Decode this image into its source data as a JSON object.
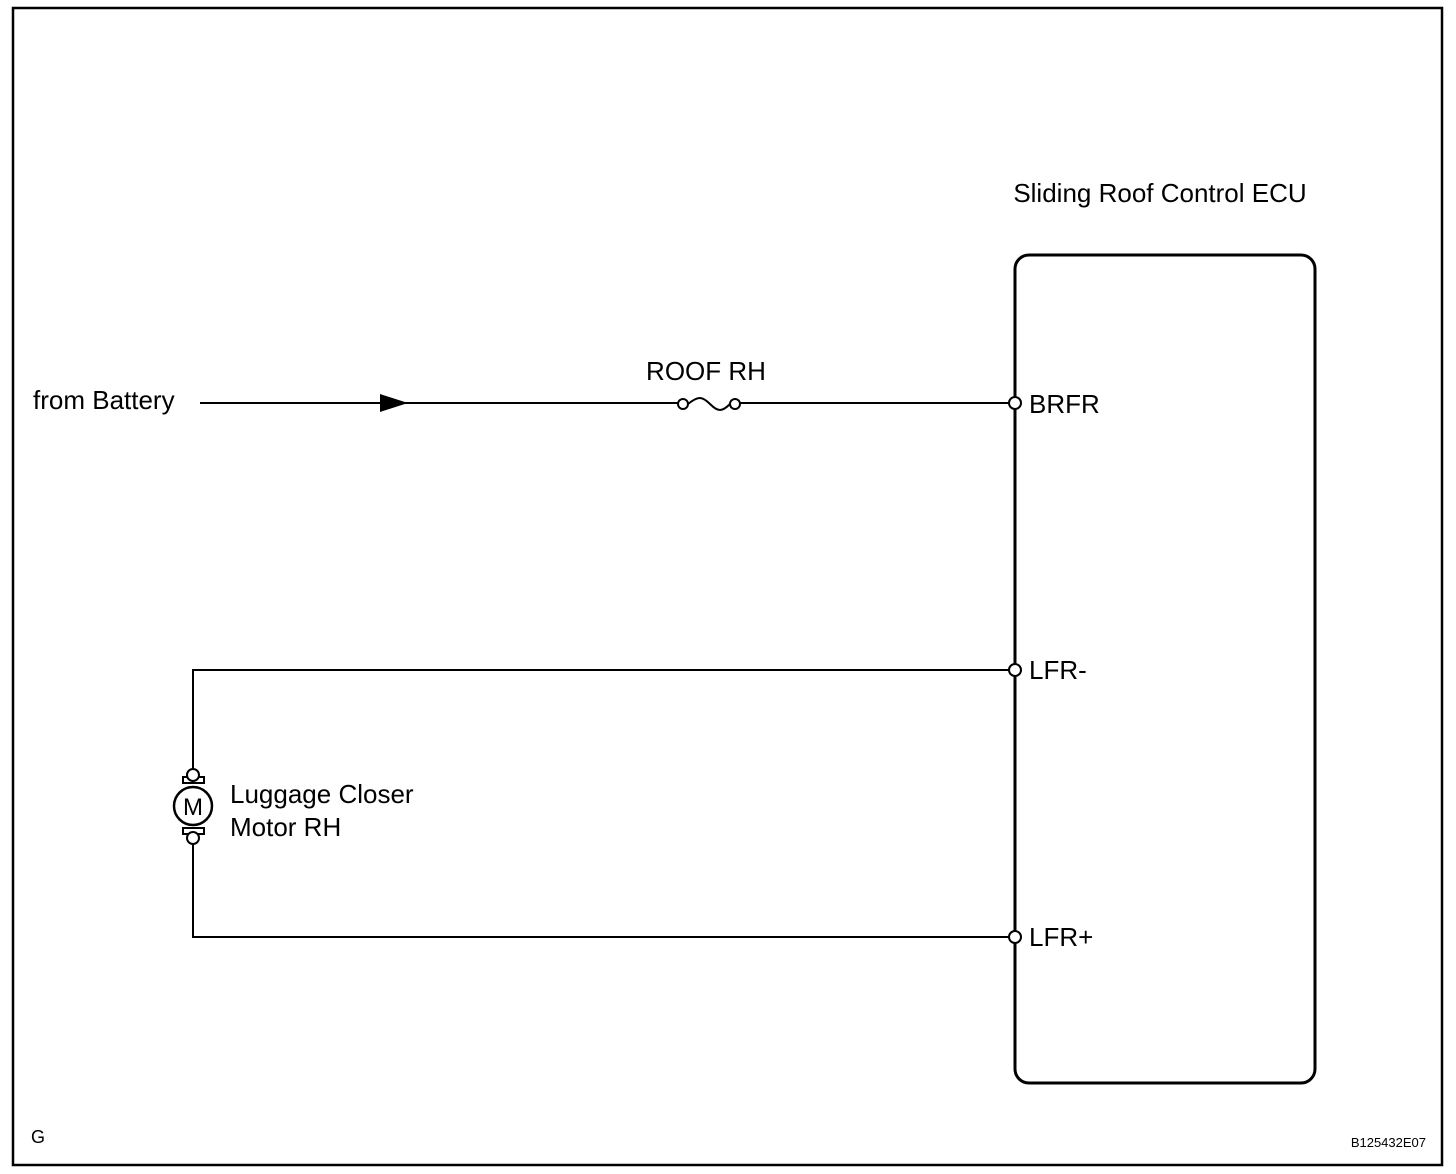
{
  "ecu": {
    "title": "Sliding Roof Control ECU",
    "terminals": {
      "brfr": "BRFR",
      "lfr_minus": "LFR-",
      "lfr_plus": "LFR+"
    }
  },
  "source": {
    "label": "from Battery"
  },
  "fuse": {
    "label": "ROOF RH"
  },
  "motor": {
    "symbol": "M",
    "name_line1": "Luggage Closer",
    "name_line2": "Motor RH"
  },
  "footer": {
    "corner_letter": "G",
    "figure_code": "B125432E07"
  }
}
